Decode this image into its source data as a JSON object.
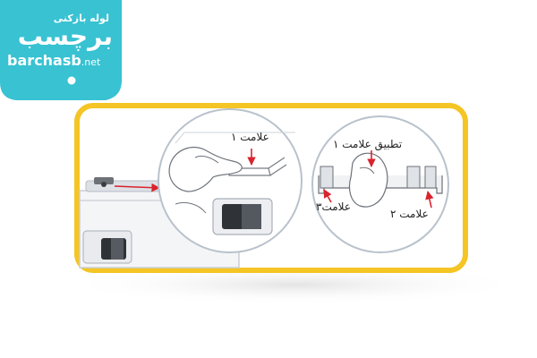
{
  "logo": {
    "tagline": "لوله بازکنی",
    "brand": "برچسب",
    "site_name": "barchasb",
    "site_tld": ".net",
    "color": "#38C2D2"
  },
  "frame_color": "#F4C524",
  "arrow_color": "#D9232E",
  "labels": {
    "mark1_left": "علامت ۱",
    "apply_mark1": "تطبيق علامت ۱",
    "mark3": "علامت۳",
    "mark2": "علامت ۲"
  }
}
